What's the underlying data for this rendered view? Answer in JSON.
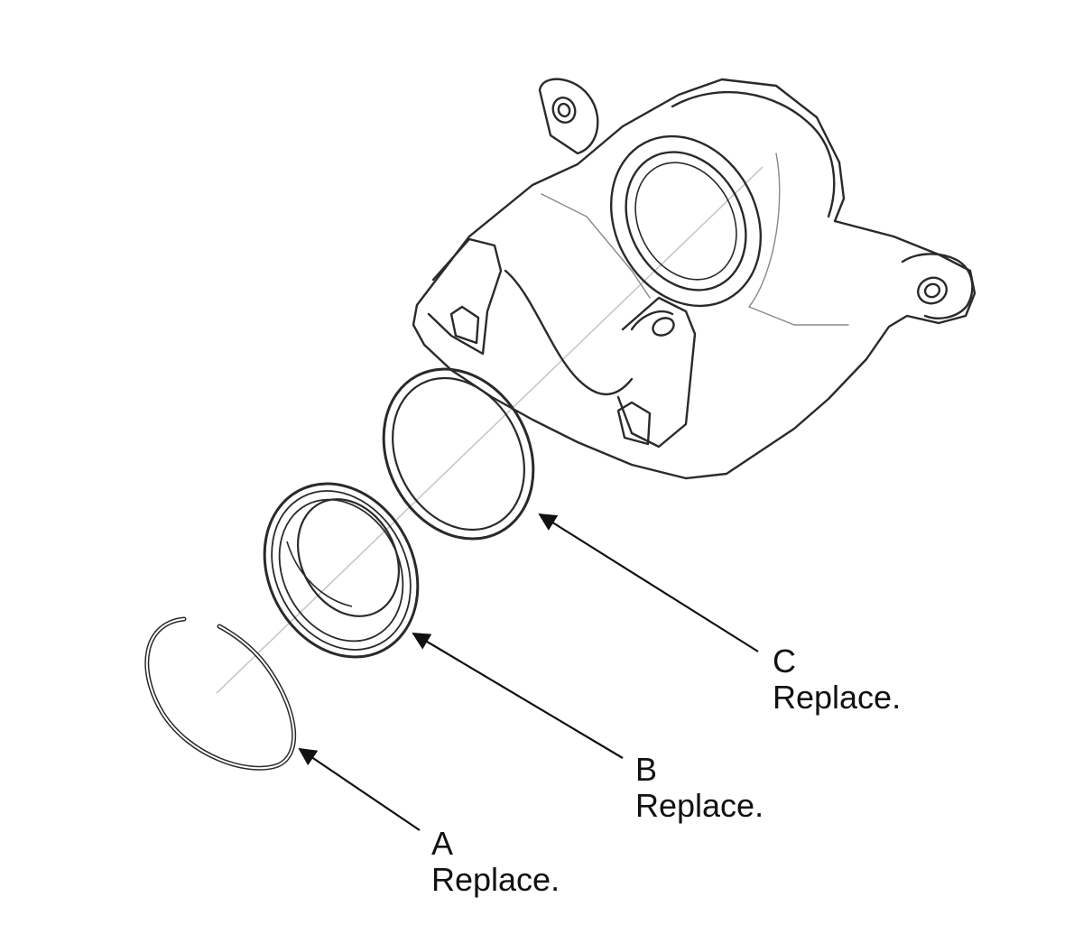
{
  "callouts": [
    {
      "letter": "A",
      "note": "Replace."
    },
    {
      "letter": "B",
      "note": "Replace."
    },
    {
      "letter": "C",
      "note": "Replace."
    }
  ],
  "colors": {
    "line": "#2a2a2a",
    "axis": "#c8c8c8",
    "background": "#ffffff"
  }
}
